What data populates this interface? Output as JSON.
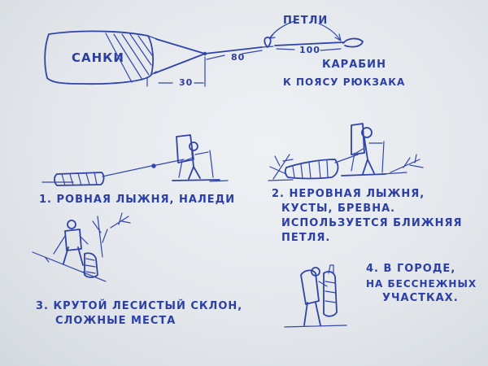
{
  "top_diagram": {
    "sled": "САНКИ",
    "loops": "ПЕТЛИ",
    "carabiner": "КАРАБИН",
    "to_belt": "К ПОЯСУ РЮКЗАКА",
    "dim_30": "30",
    "dim_80": "80",
    "dim_100": "100"
  },
  "cases": [
    {
      "text": "1. РОВНАЯ ЛЫЖНЯ, НАЛЕДИ"
    },
    {
      "lines": [
        "2. НЕРОВНАЯ ЛЫЖНЯ,",
        "КУСТЫ, БРЕВНА.",
        "ИСПОЛЬЗУЕТСЯ БЛИЖНЯЯ",
        "ПЕТЛЯ."
      ]
    },
    {
      "lines": [
        "3. КРУТОЙ ЛЕСИСТЫЙ СКЛОН,",
        "СЛОЖНЫЕ МЕСТА"
      ]
    },
    {
      "lines": [
        "4. В ГОРОДЕ,",
        "НА БЕССНЕЖНЫХ",
        "УЧАСТКАХ."
      ]
    }
  ],
  "colors": {
    "ink": "#2f43a8",
    "paper": "#e8ecef"
  }
}
